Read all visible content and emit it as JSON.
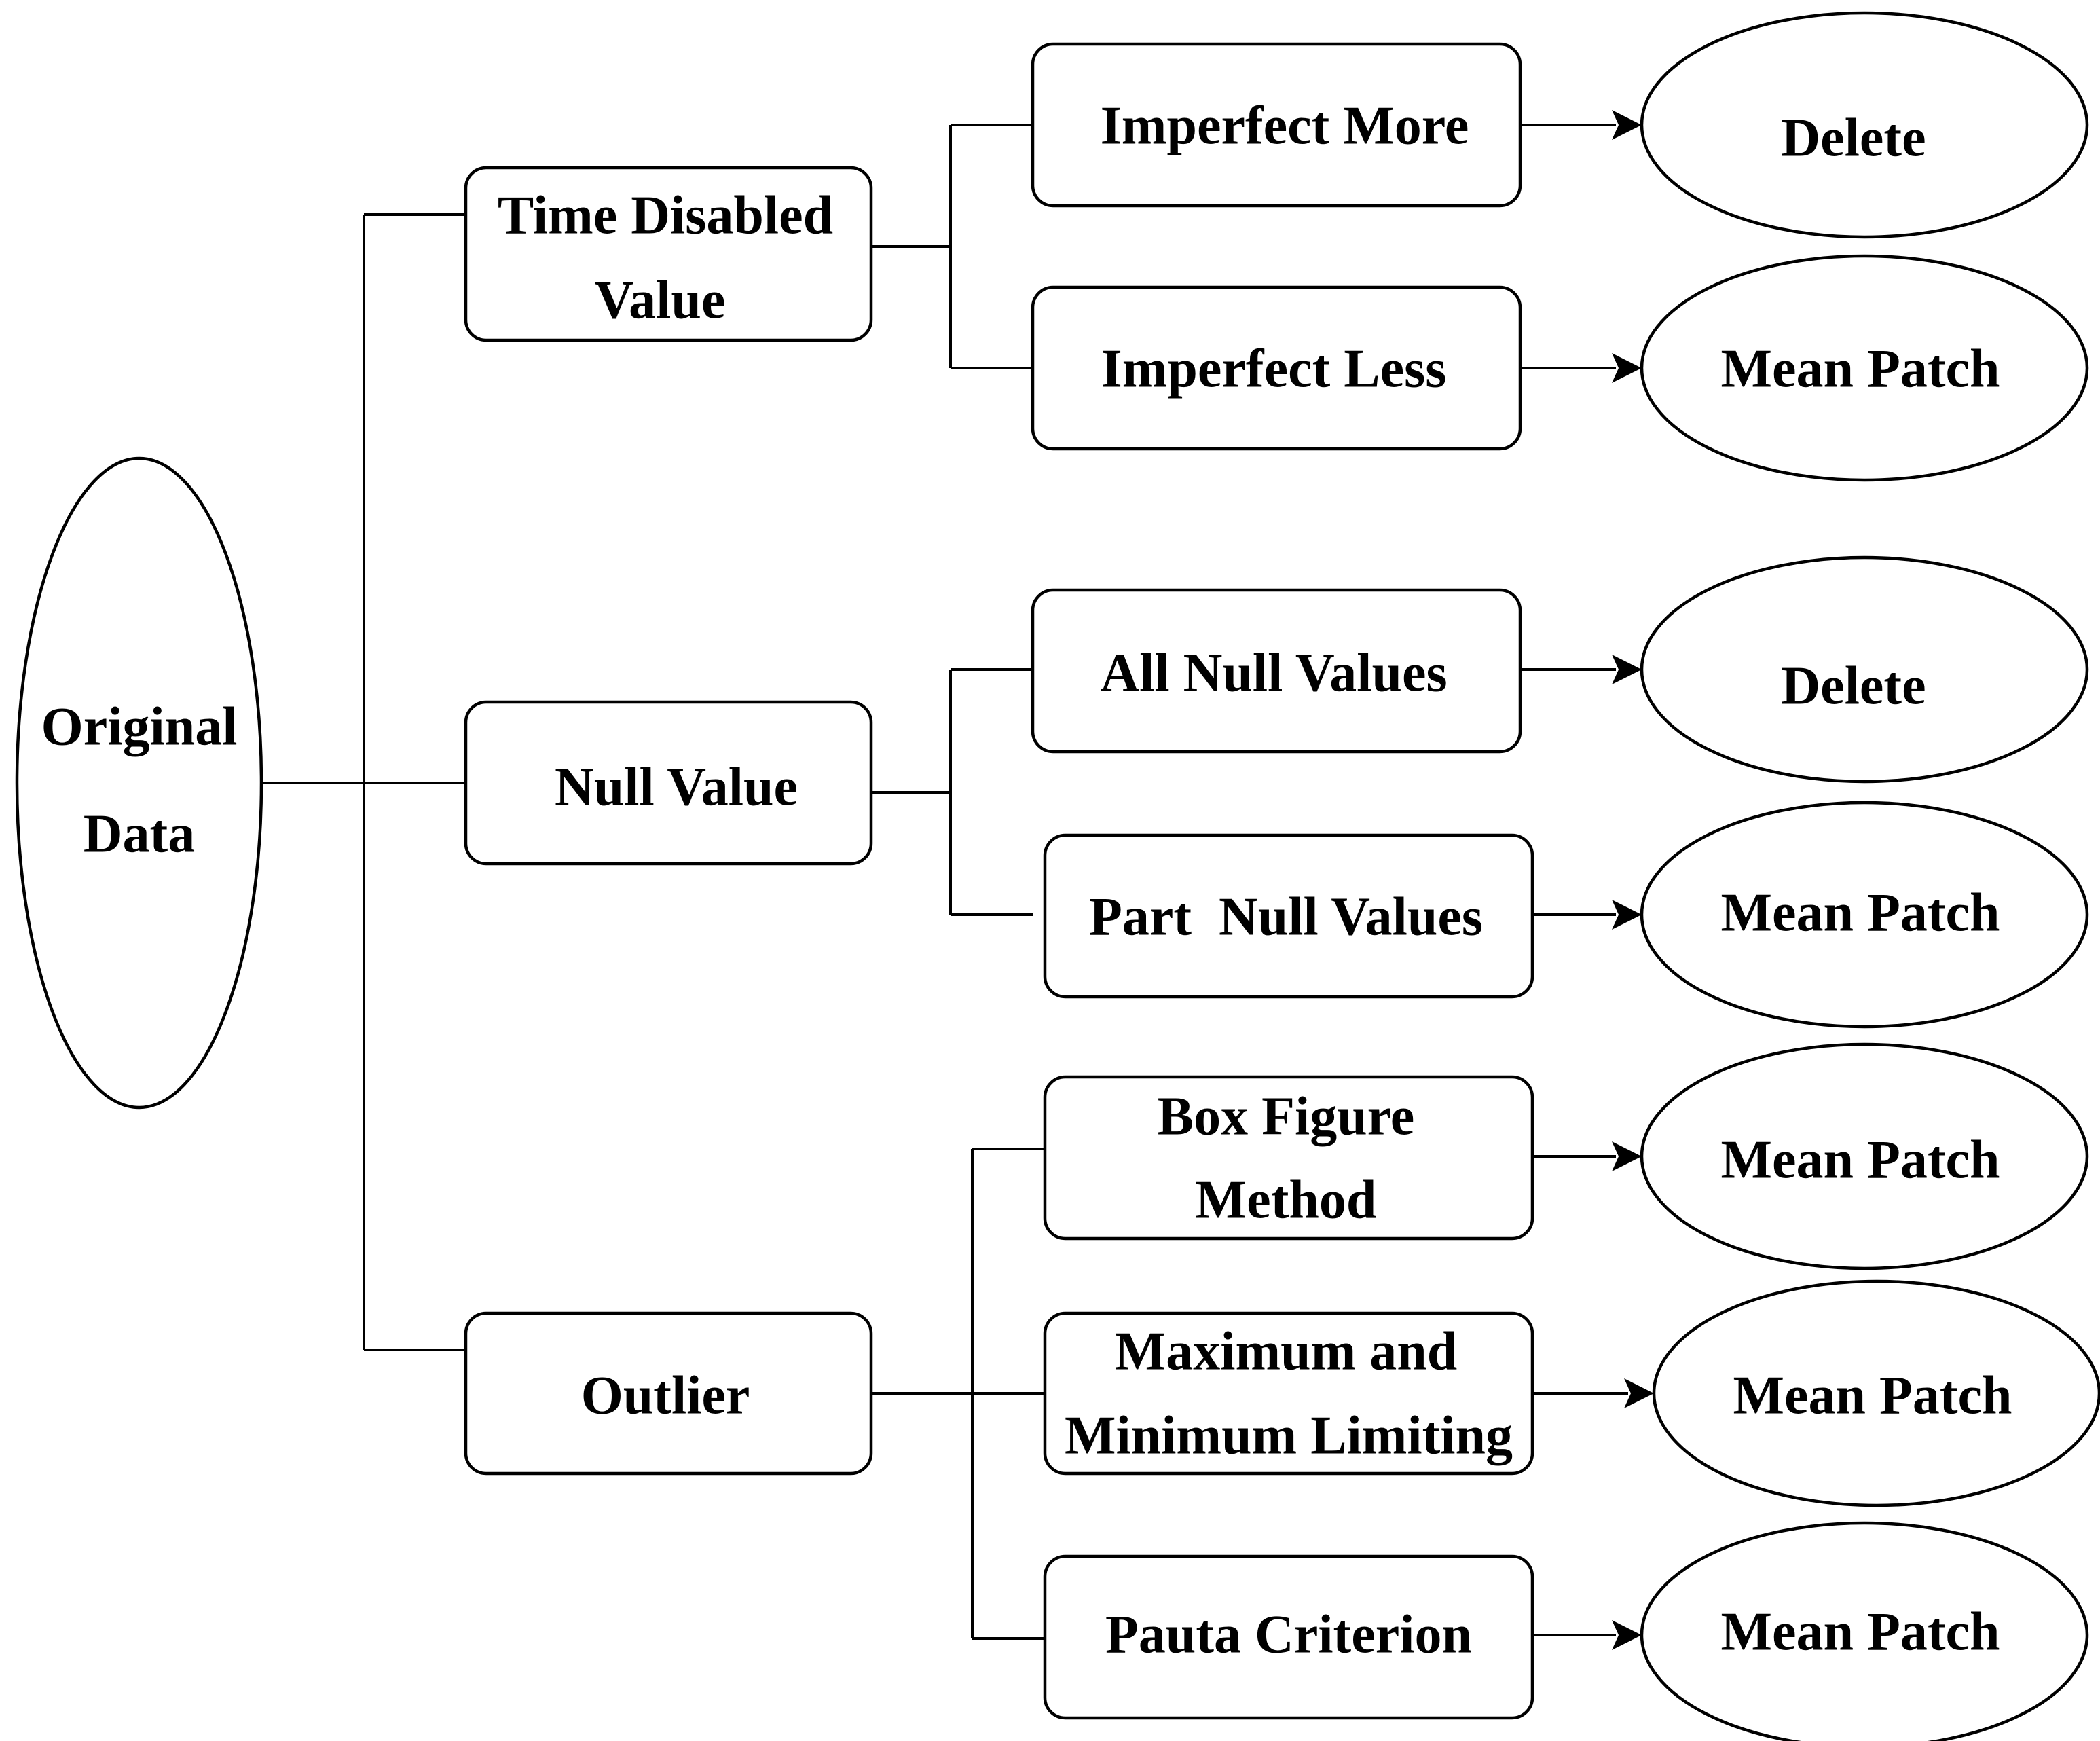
{
  "nodes": {
    "original_data": {
      "line1": "Original",
      "line2": "Data"
    },
    "time_disabled_value": {
      "line1": "Time Disabled",
      "line2": "Value"
    },
    "null_value": {
      "label": "Null Value"
    },
    "outlier": {
      "label": "Outlier"
    },
    "imperfect_more": {
      "label": "Imperfect More"
    },
    "imperfect_less": {
      "label": "Imperfect Less"
    },
    "all_null_values": {
      "label": "All Null Values"
    },
    "part_null_values": {
      "label": "Part  Null Values"
    },
    "box_figure_method": {
      "line1": "Box Figure",
      "line2": "Method"
    },
    "max_min_limiting": {
      "line1": "Maximum and",
      "line2": "Minimum Limiting"
    },
    "pauta_criterion": {
      "label": "Pauta Criterion"
    },
    "result_imperfect_more": {
      "label": "Delete"
    },
    "result_imperfect_less": {
      "label": "Mean Patch"
    },
    "result_all_null": {
      "label": "Delete"
    },
    "result_part_null": {
      "label": "Mean Patch"
    },
    "result_box_figure": {
      "label": "Mean Patch"
    },
    "result_max_min": {
      "label": "Mean Patch"
    },
    "result_pauta": {
      "label": "Mean Patch"
    }
  }
}
